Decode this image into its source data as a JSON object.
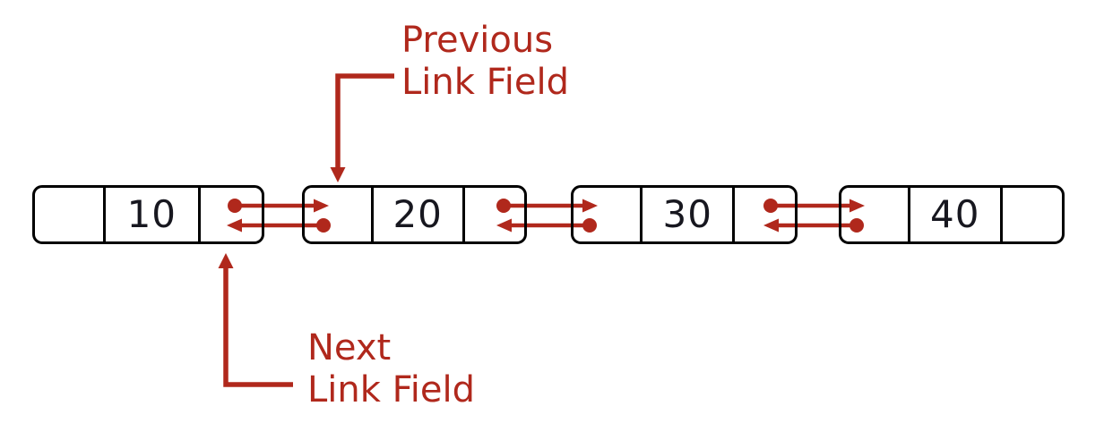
{
  "diagram": {
    "type": "doubly-linked-list",
    "colors": {
      "accent_red": "#b0281c",
      "node_border": "#000000",
      "value_text": "#17171f",
      "background": "#ffffff"
    },
    "labels": {
      "previous": {
        "line1": "Previous",
        "line2": "Link Field"
      },
      "next": {
        "line1": "Next",
        "line2": "Link Field"
      }
    },
    "nodes": [
      {
        "value": "10",
        "prev_cell": "",
        "next_cell": "pointer"
      },
      {
        "value": "20",
        "prev_cell": "pointer",
        "next_cell": "pointer"
      },
      {
        "value": "30",
        "prev_cell": "pointer",
        "next_cell": "pointer"
      },
      {
        "value": "40",
        "prev_cell": "pointer",
        "next_cell": ""
      }
    ],
    "links": [
      {
        "from": "node-1-next",
        "to": "node-2-prev",
        "direction": "right"
      },
      {
        "from": "node-2-prev",
        "to": "node-1-next",
        "direction": "left"
      },
      {
        "from": "node-2-next",
        "to": "node-3-prev",
        "direction": "right"
      },
      {
        "from": "node-3-prev",
        "to": "node-2-next",
        "direction": "left"
      },
      {
        "from": "node-3-next",
        "to": "node-4-prev",
        "direction": "right"
      },
      {
        "from": "node-4-prev",
        "to": "node-3-next",
        "direction": "left"
      }
    ],
    "callouts": [
      {
        "label": "Previous Link Field",
        "points_to": "node-2-prev-cell"
      },
      {
        "label": "Next Link Field",
        "points_to": "node-1-next-cell"
      }
    ]
  }
}
